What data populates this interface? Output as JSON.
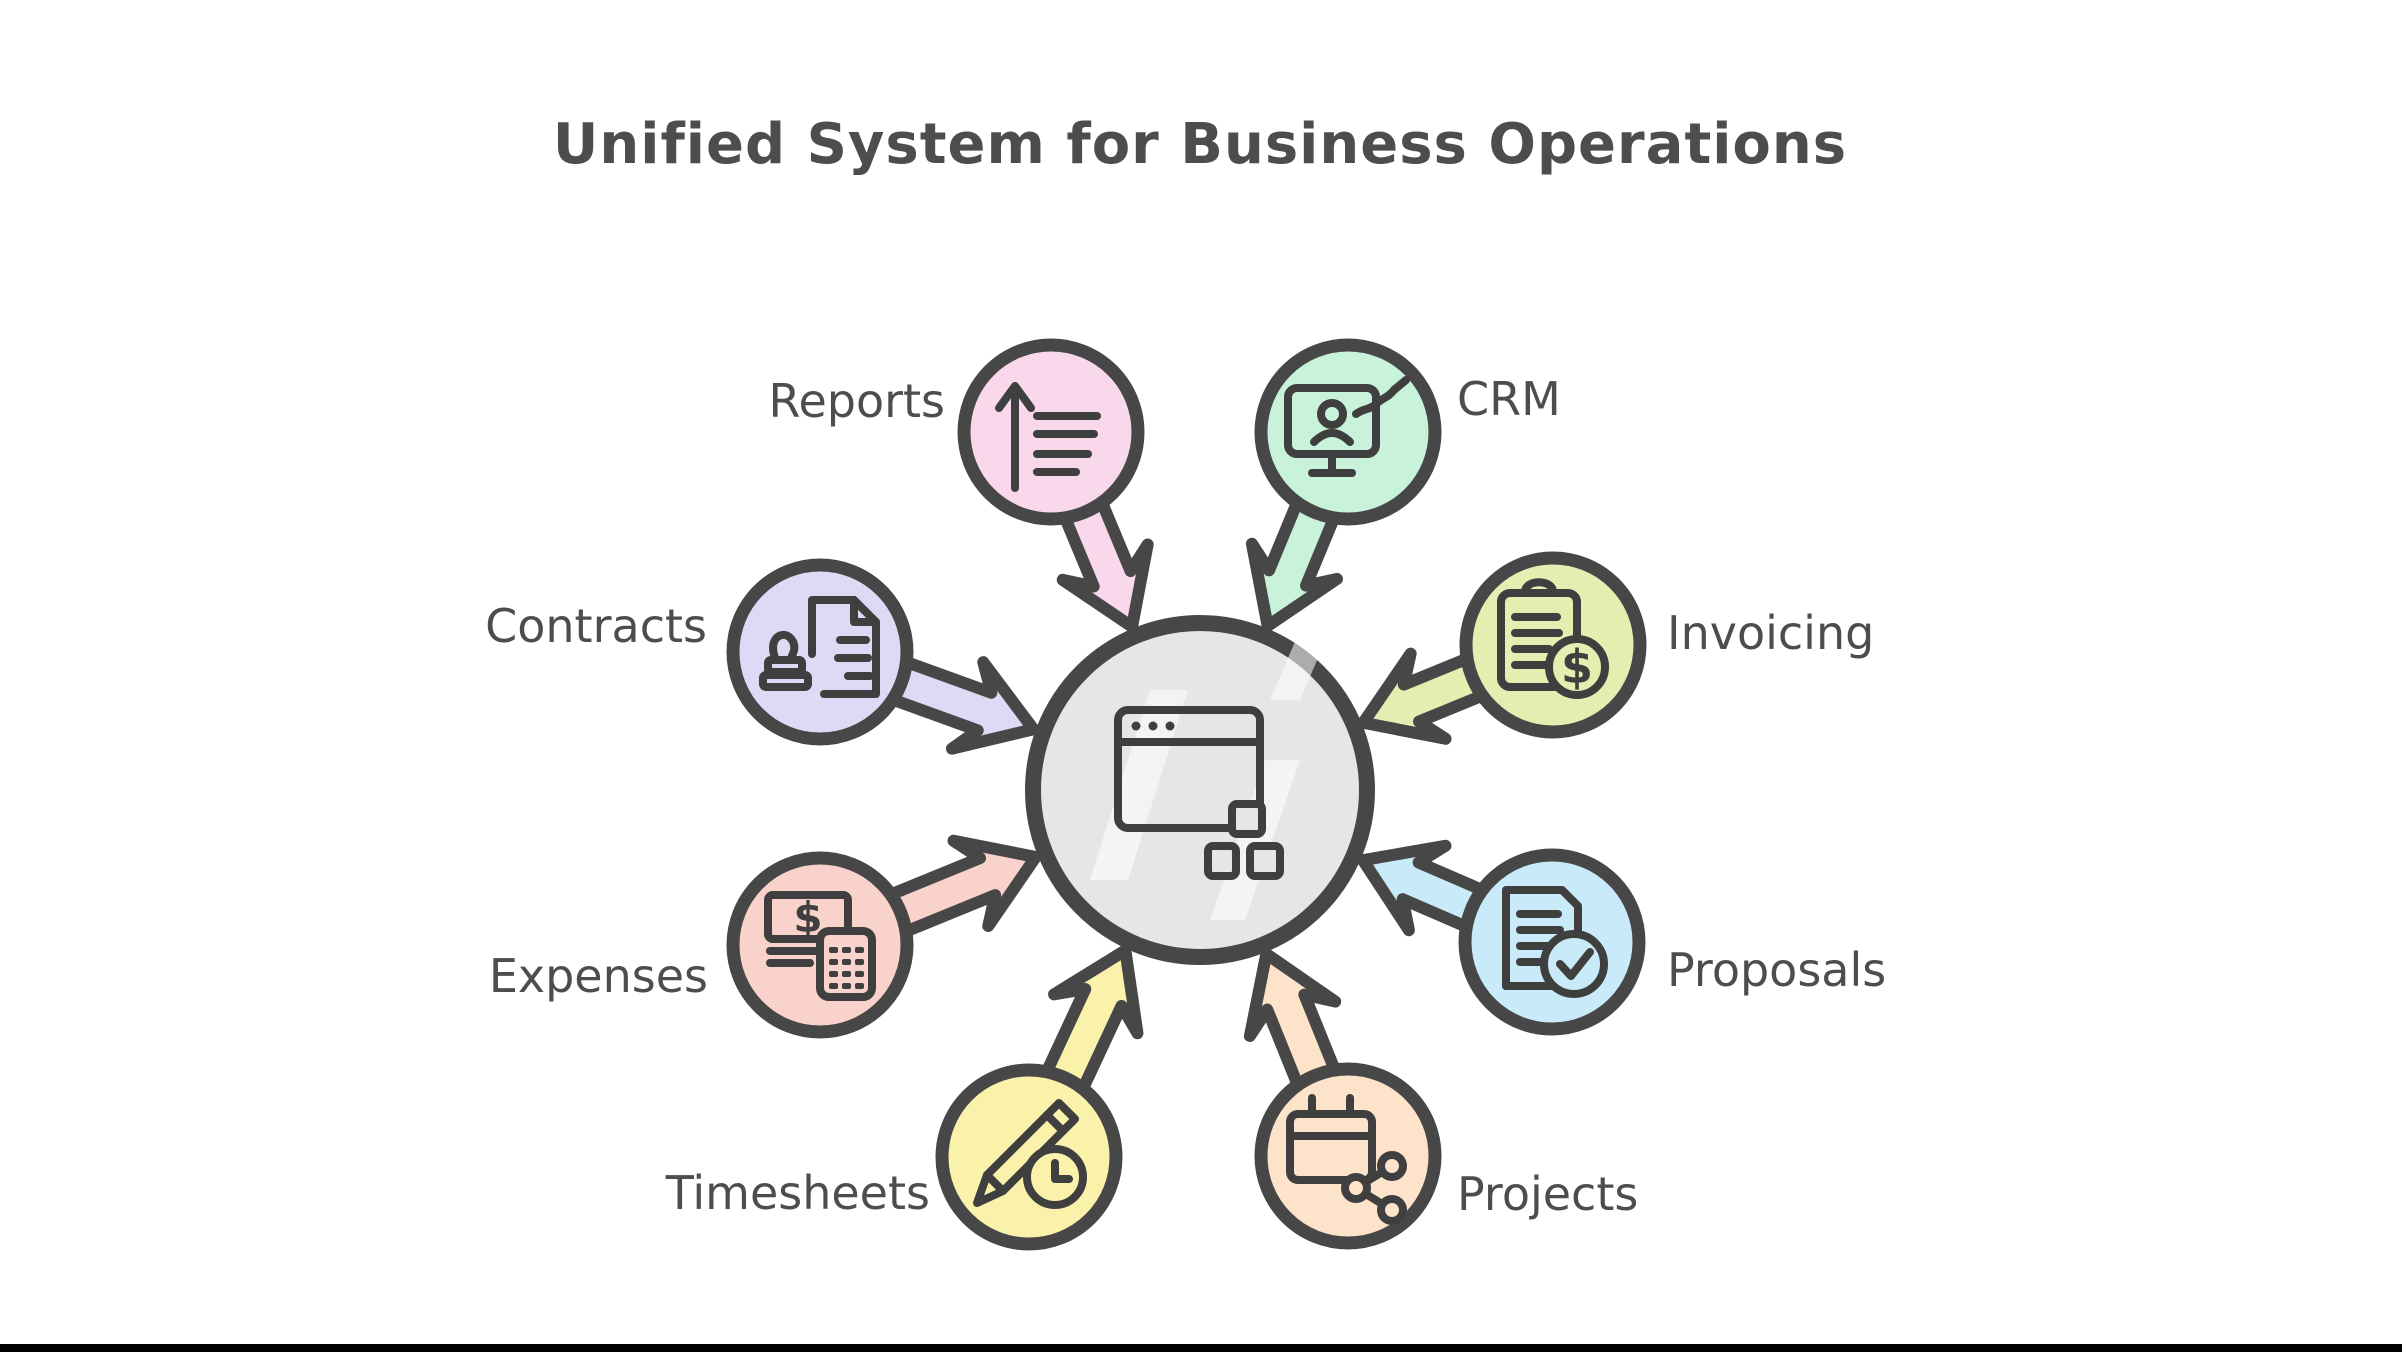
{
  "page": {
    "title": "Unified System for Business Operations",
    "background_color": "#ffffff",
    "bottom_bar_color": "#000000",
    "outline_color": "#474747",
    "text_color": "#4d4d4d"
  },
  "center": {
    "icon": "app-window-icon",
    "color": "#e6e6e6"
  },
  "nodes": [
    {
      "id": "reports",
      "label": "Reports",
      "label_side": "left",
      "color": "#f9d8ec",
      "icon": "report-growth-icon"
    },
    {
      "id": "crm",
      "label": "CRM",
      "label_side": "right",
      "color": "#c8f2d9",
      "icon": "crm-monitor-user-icon"
    },
    {
      "id": "contracts",
      "label": "Contracts",
      "label_side": "left",
      "color": "#ded9f4",
      "icon": "contract-stamp-icon"
    },
    {
      "id": "invoicing",
      "label": "Invoicing",
      "label_side": "right",
      "color": "#e5eeb0",
      "icon": "invoice-clipboard-dollar-icon",
      "currency_symbol": "$"
    },
    {
      "id": "expenses",
      "label": "Expenses",
      "label_side": "left",
      "color": "#f8d2cb",
      "icon": "money-calculator-icon",
      "currency_symbol": "$"
    },
    {
      "id": "proposals",
      "label": "Proposals",
      "label_side": "right",
      "color": "#c9ebf9",
      "icon": "document-check-icon"
    },
    {
      "id": "timesheets",
      "label": "Timesheets",
      "label_side": "left",
      "color": "#faf2ab",
      "icon": "pen-clock-icon"
    },
    {
      "id": "projects",
      "label": "Projects",
      "label_side": "right",
      "color": "#fce3c9",
      "icon": "calendar-share-icon"
    }
  ]
}
